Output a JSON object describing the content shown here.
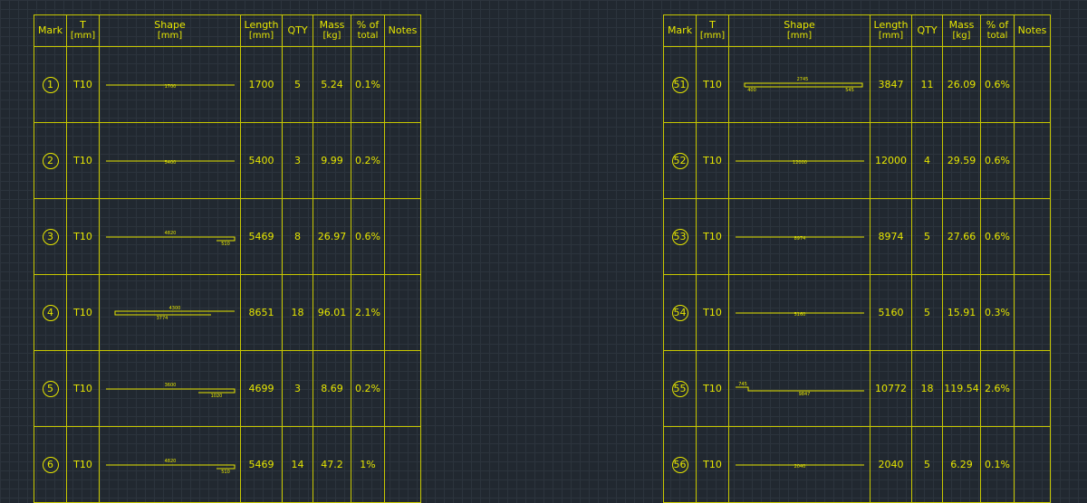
{
  "headers": {
    "mark": "Mark",
    "t": "T",
    "t_unit": "[mm]",
    "shape": "Shape",
    "shape_unit": "[mm]",
    "length": "Length",
    "length_unit": "[mm]",
    "qty": "QTY",
    "mass": "Mass",
    "mass_unit": "[kg]",
    "pct": "% of",
    "pct_unit": "total",
    "notes": "Notes"
  },
  "left": [
    {
      "mark": "1",
      "t": "T10",
      "dims": [
        "1700"
      ],
      "length": "1700",
      "qty": "5",
      "mass": "5.24",
      "pct": "0.1%",
      "notes": ""
    },
    {
      "mark": "2",
      "t": "T10",
      "dims": [
        "5400"
      ],
      "length": "5400",
      "qty": "3",
      "mass": "9.99",
      "pct": "0.2%",
      "notes": ""
    },
    {
      "mark": "3",
      "t": "T10",
      "dims": [
        "4820",
        "510"
      ],
      "length": "5469",
      "qty": "8",
      "mass": "26.97",
      "pct": "0.6%",
      "notes": ""
    },
    {
      "mark": "4",
      "t": "T10",
      "dims": [
        "4300",
        "3774"
      ],
      "length": "8651",
      "qty": "18",
      "mass": "96.01",
      "pct": "2.1%",
      "notes": ""
    },
    {
      "mark": "5",
      "t": "T10",
      "dims": [
        "3600",
        "1020"
      ],
      "length": "4699",
      "qty": "3",
      "mass": "8.69",
      "pct": "0.2%",
      "notes": ""
    },
    {
      "mark": "6",
      "t": "T10",
      "dims": [
        "4820",
        "510"
      ],
      "length": "5469",
      "qty": "14",
      "mass": "47.2",
      "pct": "1%",
      "notes": ""
    }
  ],
  "right": [
    {
      "mark": "51",
      "t": "T10",
      "dims": [
        "2745",
        "400",
        "545"
      ],
      "length": "3847",
      "qty": "11",
      "mass": "26.09",
      "pct": "0.6%",
      "notes": ""
    },
    {
      "mark": "52",
      "t": "T10",
      "dims": [
        "12000"
      ],
      "length": "12000",
      "qty": "4",
      "mass": "29.59",
      "pct": "0.6%",
      "notes": ""
    },
    {
      "mark": "53",
      "t": "T10",
      "dims": [
        "8974"
      ],
      "length": "8974",
      "qty": "5",
      "mass": "27.66",
      "pct": "0.6%",
      "notes": ""
    },
    {
      "mark": "54",
      "t": "T10",
      "dims": [
        "5160"
      ],
      "length": "5160",
      "qty": "5",
      "mass": "15.91",
      "pct": "0.3%",
      "notes": ""
    },
    {
      "mark": "55",
      "t": "T10",
      "dims": [
        "745",
        "9847"
      ],
      "length": "10772",
      "qty": "18",
      "mass": "119.54",
      "pct": "2.6%",
      "notes": ""
    },
    {
      "mark": "56",
      "t": "T10",
      "dims": [
        "2040"
      ],
      "length": "2040",
      "qty": "5",
      "mass": "6.29",
      "pct": "0.1%",
      "notes": ""
    }
  ]
}
